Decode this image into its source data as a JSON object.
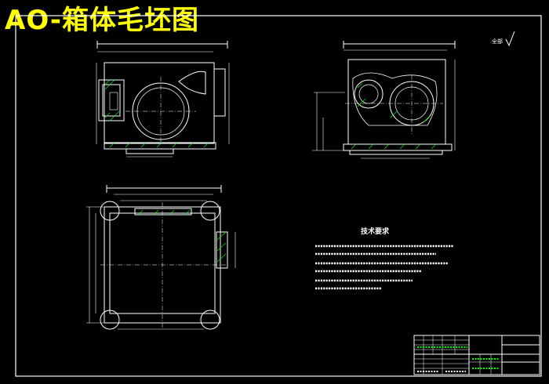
{
  "title": "AO-箱体毛坯图",
  "roughness_note": "全部",
  "tech_requirements": {
    "heading": "技术要求",
    "lines": []
  },
  "colors": {
    "background": "#000000",
    "drawing": "#ffffff",
    "title": "#ffff00",
    "tech_text": "#ffffff",
    "title_block_accent": "#00ff00"
  }
}
